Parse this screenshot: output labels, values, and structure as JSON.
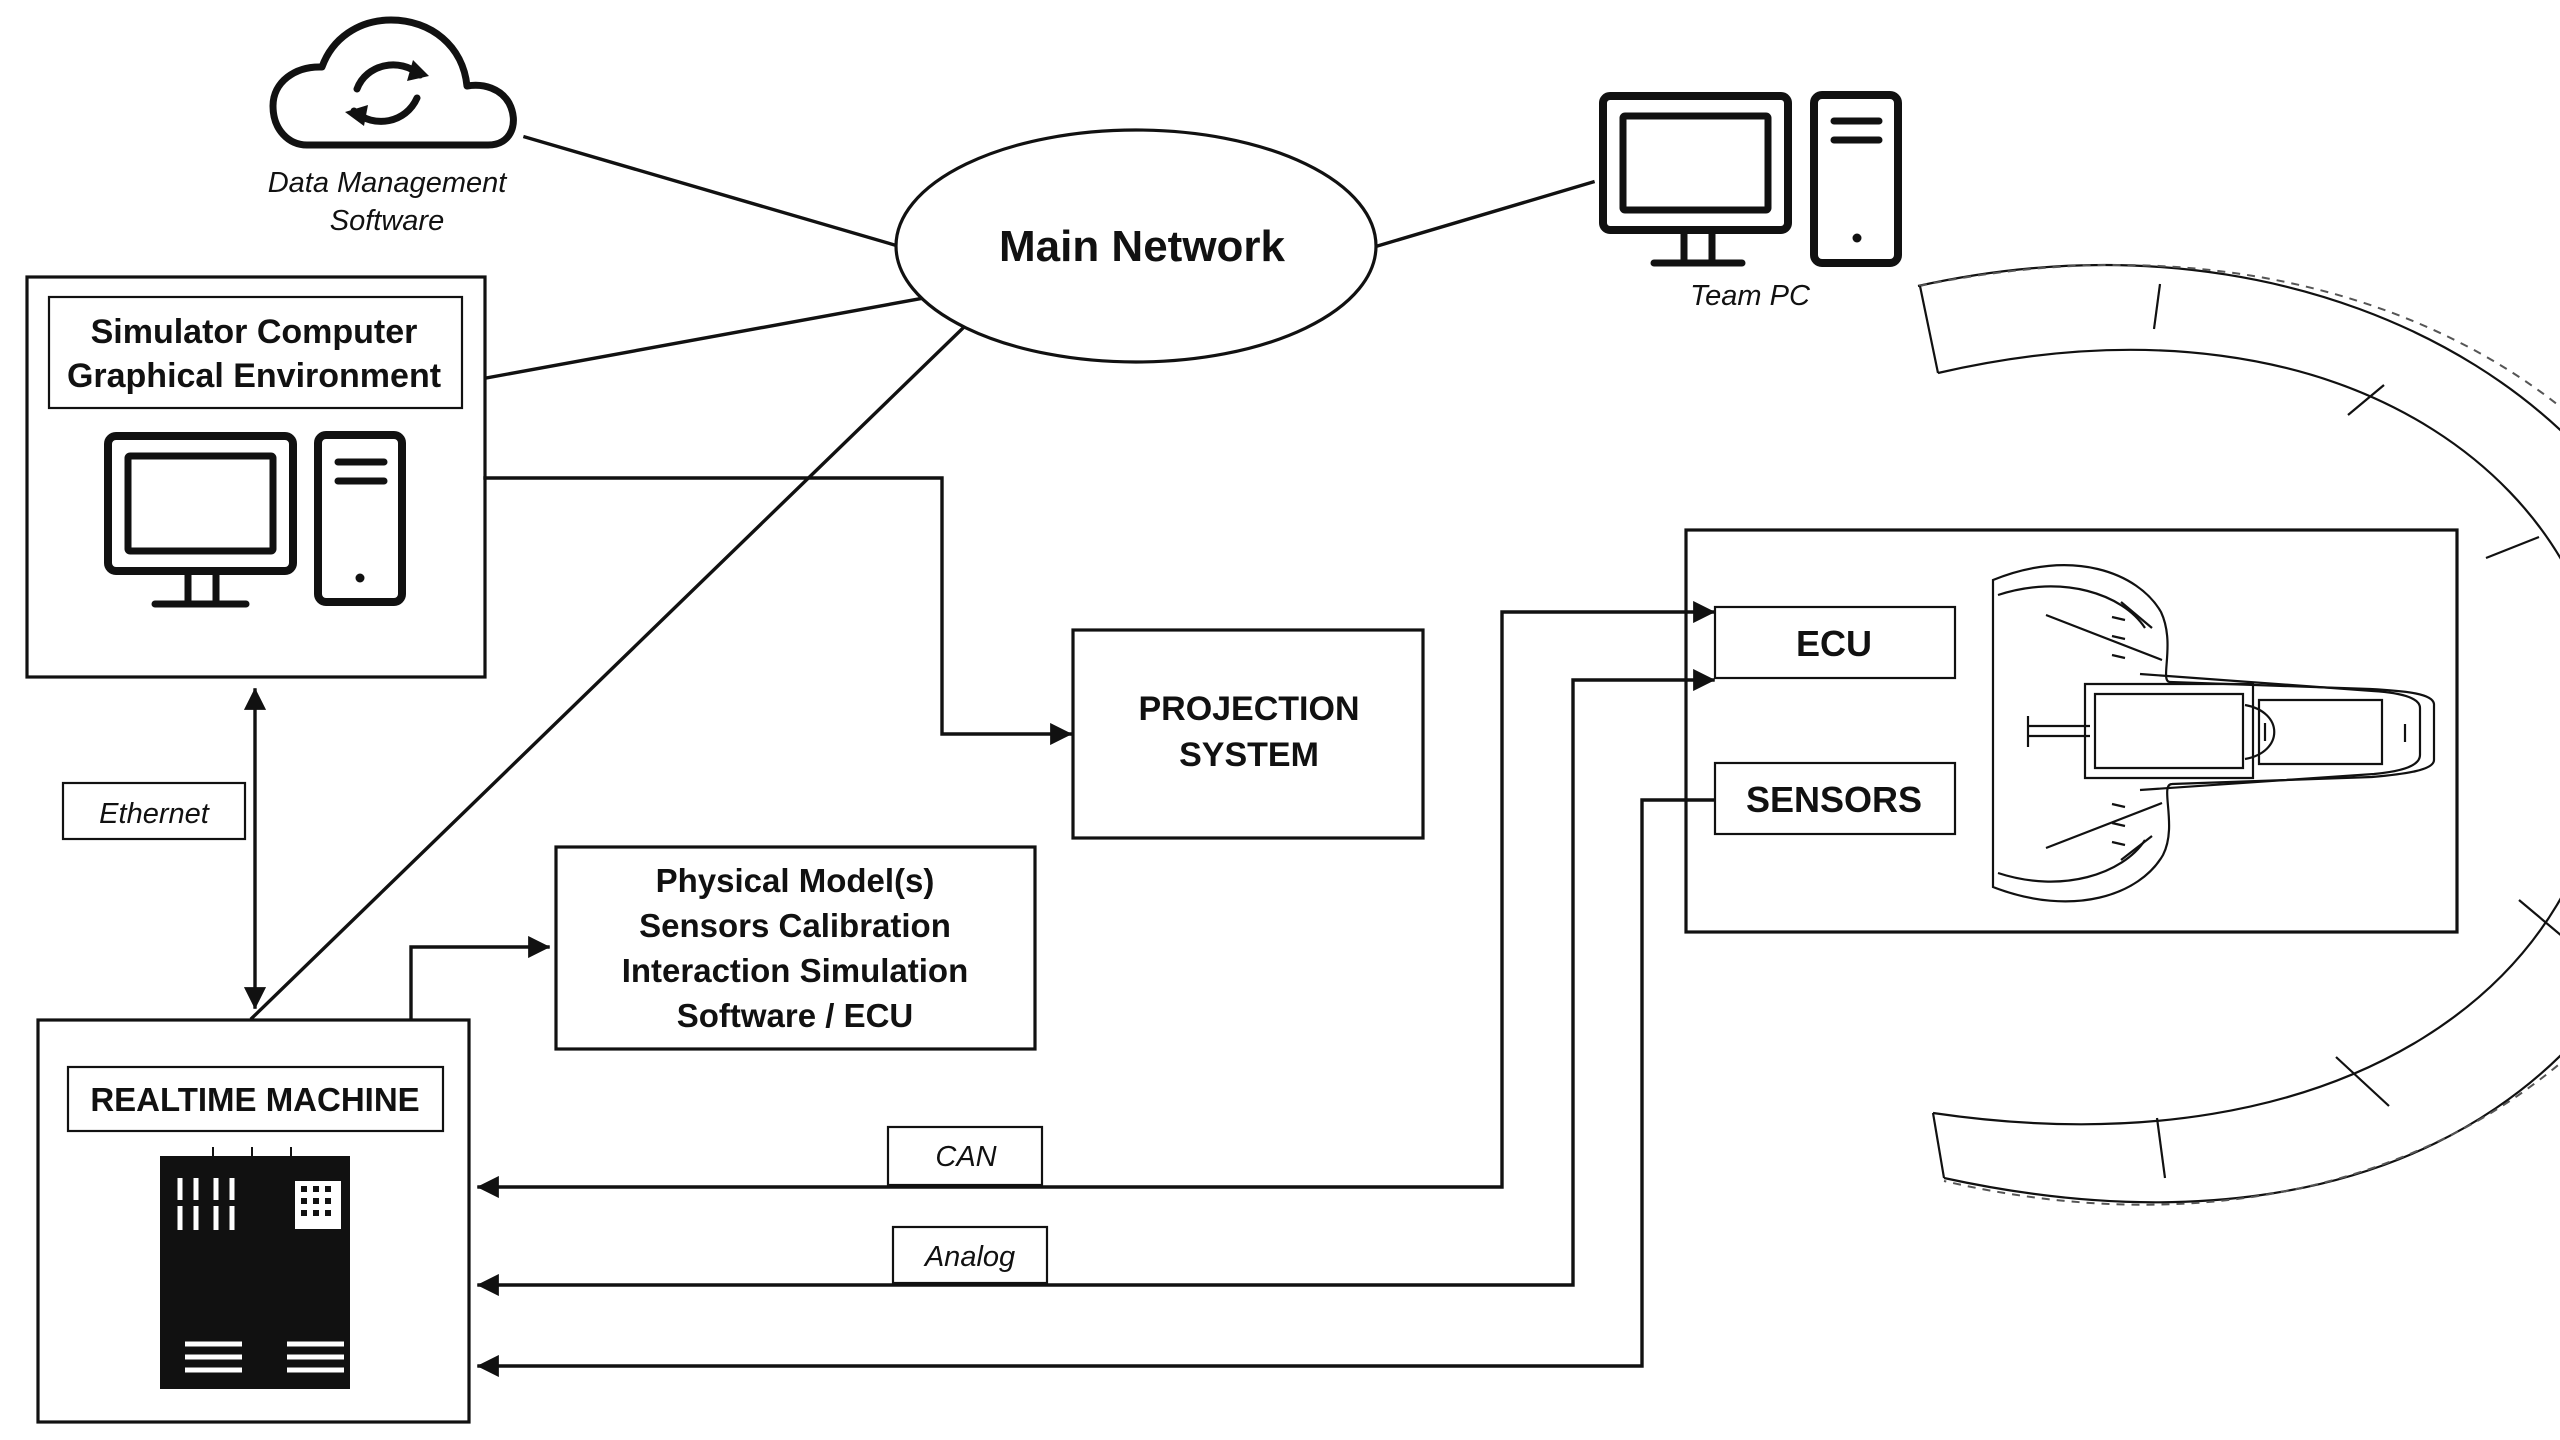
{
  "nodes": {
    "data_management": {
      "line1": "Data Management",
      "line2": "Software"
    },
    "main_network": {
      "label": "Main Network"
    },
    "team_pc": {
      "label": "Team PC"
    },
    "simulator": {
      "line1": "Simulator Computer",
      "line2": "Graphical Environment"
    },
    "projection": {
      "line1": "PROJECTION",
      "line2": "SYSTEM"
    },
    "physical_model": {
      "line1": "Physical Model(s)",
      "line2": "Sensors Calibration",
      "line3": "Interaction Simulation",
      "line4": "Software / ECU"
    },
    "realtime": {
      "label": "REALTIME MACHINE"
    },
    "ecu": {
      "label": "ECU"
    },
    "sensors": {
      "label": "SENSORS"
    }
  },
  "links": {
    "ethernet": "Ethernet",
    "can": "CAN",
    "analog": "Analog"
  },
  "icons": {
    "cloud": "cloud-sync-icon",
    "desktop": "desktop-computer-icon",
    "tower": "pc-tower-icon",
    "rack": "server-rack-icon",
    "vehicle": "race-car-top-view-icon"
  },
  "colors": {
    "line": "#111111",
    "background": "#ffffff",
    "rack": "#111111"
  }
}
